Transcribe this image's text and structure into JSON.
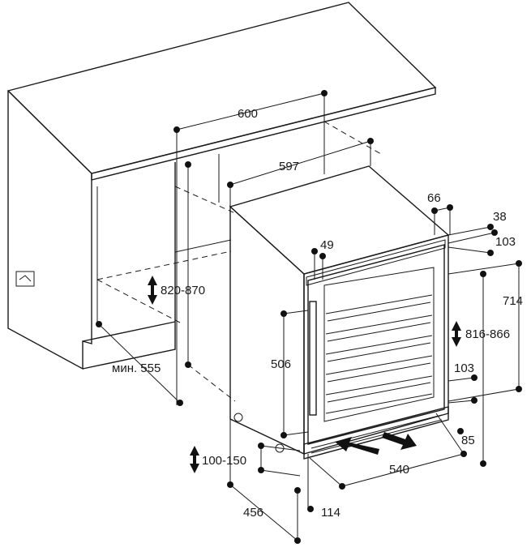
{
  "dimensions": {
    "cabinet_width": "600",
    "niche_width": "597",
    "top_gap": "66",
    "top_offset": "38",
    "depth_top": "103",
    "door_left": "49",
    "niche_height_range": "820-870",
    "appliance_height_range": "816-866",
    "total_height": "714",
    "door_height": "506",
    "min_depth": "мин. 555",
    "bottom_offset": "103",
    "plinth_depth": "85",
    "plinth_height_range": "100-150",
    "bottom_width": "540",
    "plinth_depth_left": "456",
    "plinth_recess": "114"
  },
  "colors": {
    "line": "#1a1a1a",
    "glass": "#f2f2f2",
    "countertop": "#ffffff"
  }
}
